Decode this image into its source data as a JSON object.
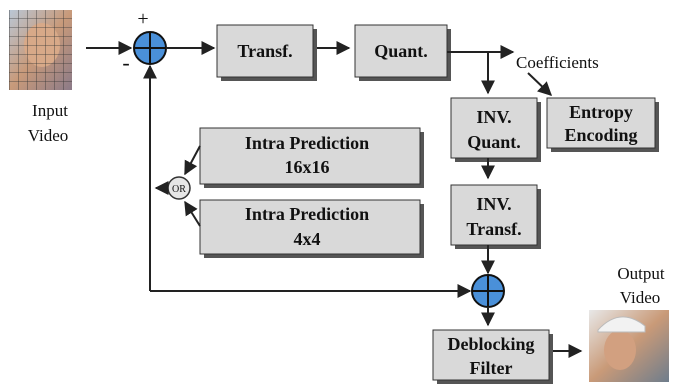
{
  "input": {
    "label_line1": "Input",
    "label_line2": "Video"
  },
  "output": {
    "label_line1": "Output",
    "label_line2": "Video"
  },
  "adder_signs": {
    "plus": "+",
    "minus": "-"
  },
  "blocks": {
    "transform": "Transf.",
    "quant": "Quant.",
    "inv_quant_line1": "INV.",
    "inv_quant_line2": "Quant.",
    "inv_transf_line1": "INV.",
    "inv_transf_line2": "Transf.",
    "entropy_line1": "Entropy",
    "entropy_line2": "Encoding",
    "intra16_line1": "Intra Prediction",
    "intra16_line2": "16x16",
    "intra4_line1": "Intra Prediction",
    "intra4_line2": "4x4",
    "deblock_line1": "Deblocking",
    "deblock_line2": "Filter"
  },
  "coefficients_label": "Coefficients",
  "or_label": "OR",
  "colors": {
    "box_fill": "#d9d9d9",
    "box_shadow": "#555555",
    "adder_fill": "#4a90d9",
    "line": "#222222"
  }
}
